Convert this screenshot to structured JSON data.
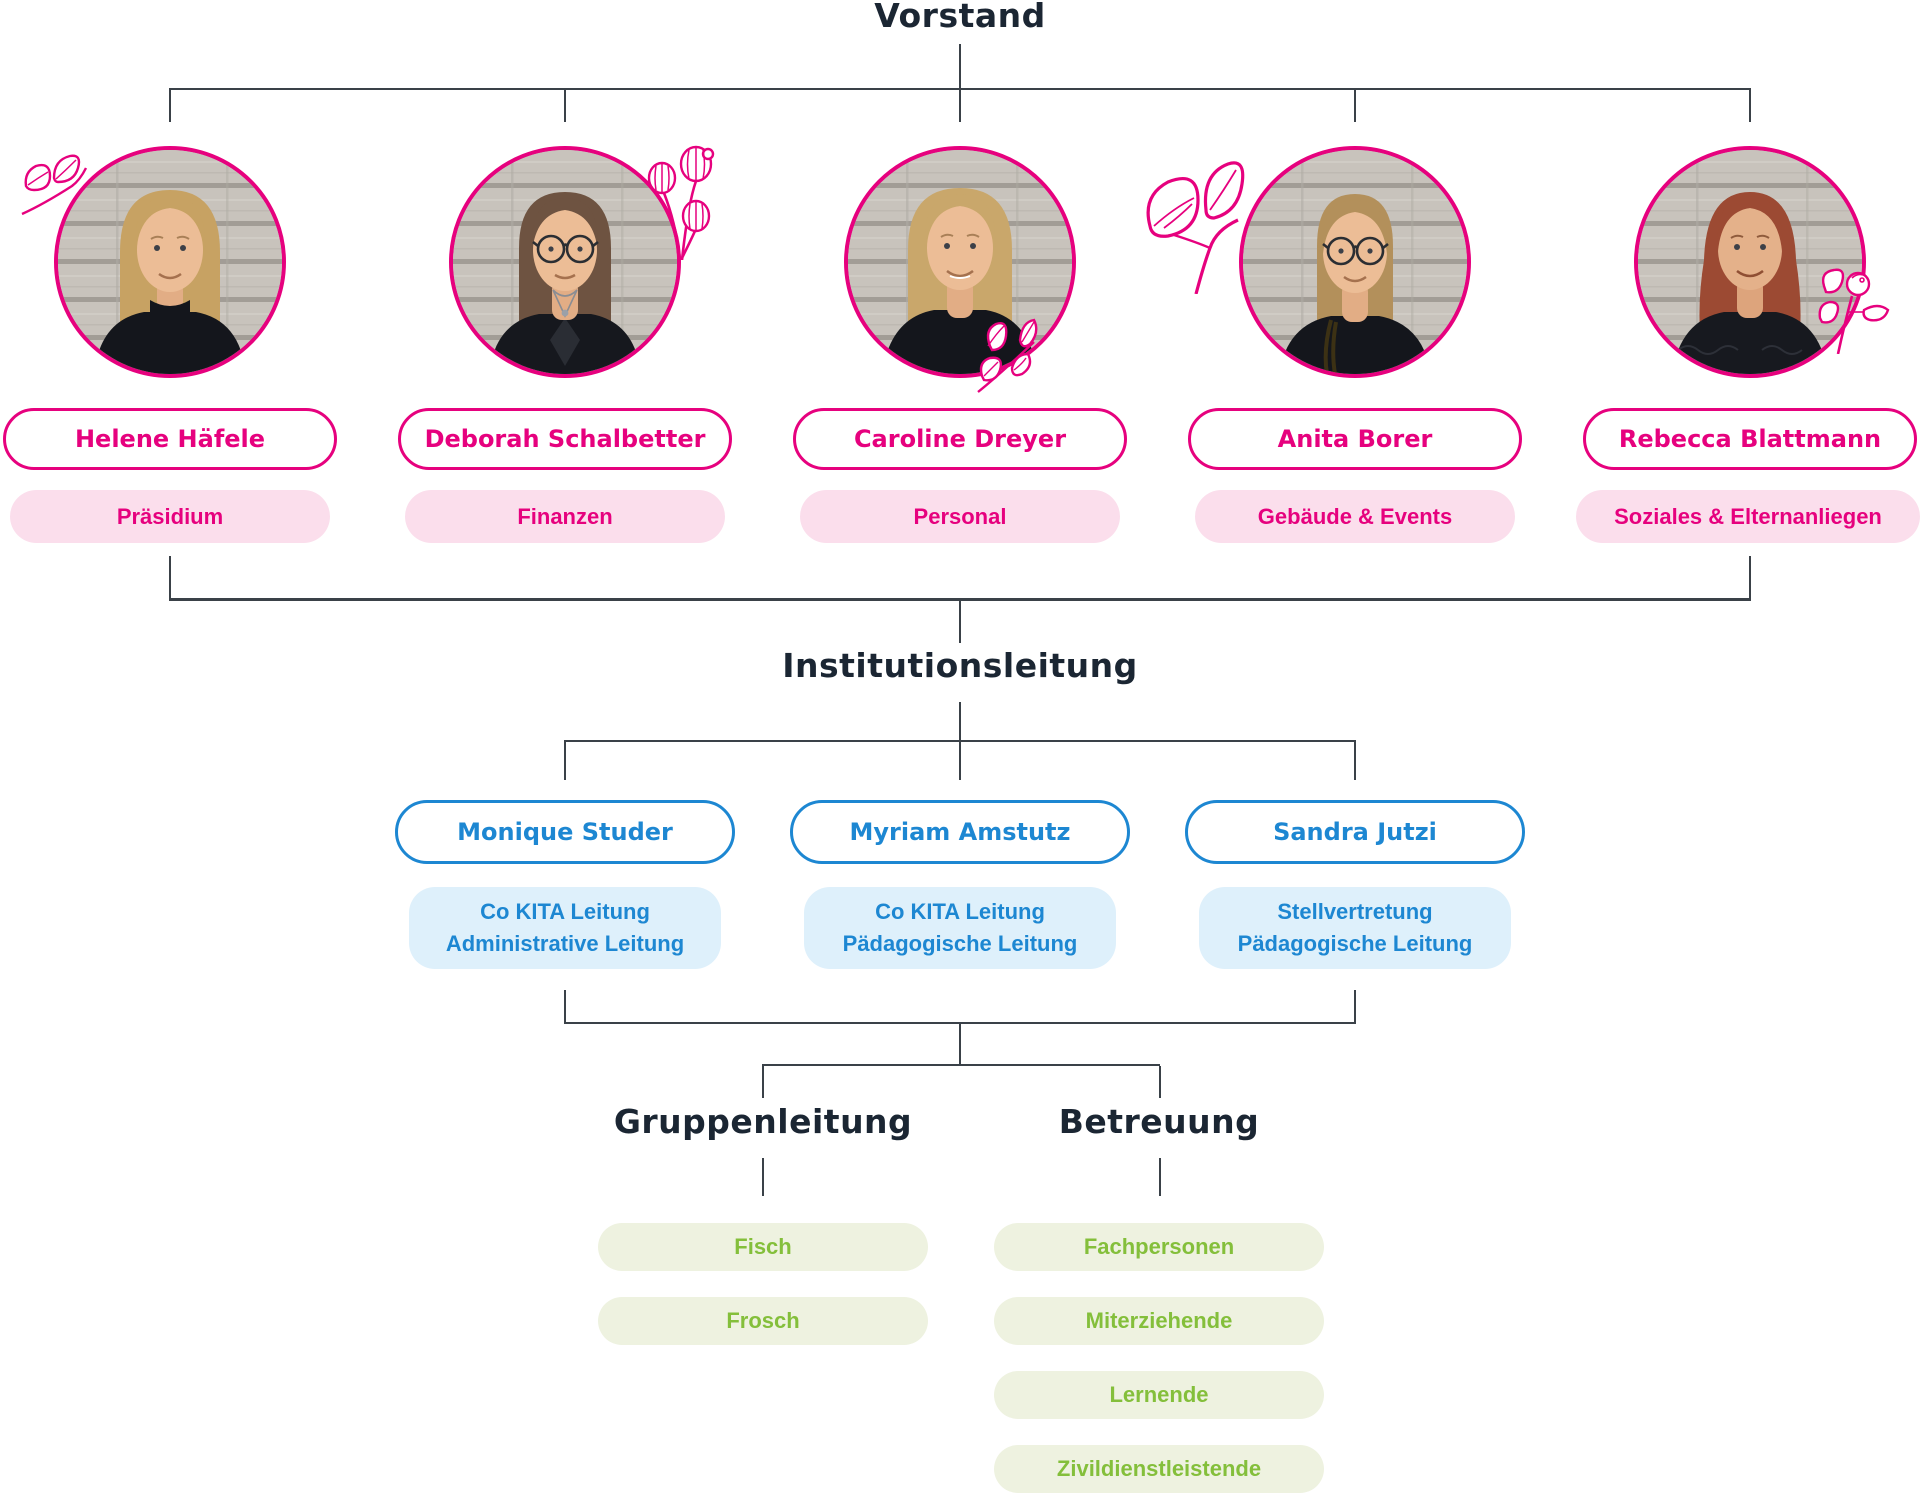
{
  "palette": {
    "pink": "#e6017e",
    "pink_light": "#fbdeec",
    "blue": "#1d87d2",
    "blue_light": "#def0fb",
    "green": "#84bf3b",
    "green_light": "#eef2e0",
    "heading_text": "#1b2633",
    "connector_line": "#3a4148"
  },
  "headings": {
    "vorstand": "Vorstand",
    "institutionsleitung": "Institutionsleitung",
    "gruppenleitung": "Gruppenleitung",
    "betreuung": "Betreuung"
  },
  "vorstand": {
    "members": [
      {
        "name": "Helene Häfele",
        "role": "Präsidium"
      },
      {
        "name": "Deborah Schalbetter",
        "role": "Finanzen"
      },
      {
        "name": "Caroline Dreyer",
        "role": "Personal"
      },
      {
        "name": "Anita Borer",
        "role": "Gebäude & Events"
      },
      {
        "name": "Rebecca Blattmann",
        "role": "Soziales & Elternanliegen"
      }
    ]
  },
  "institutionsleitung": {
    "members": [
      {
        "name": "Monique Studer",
        "role_lines": [
          "Co KITA Leitung",
          "Administrative Leitung"
        ]
      },
      {
        "name": "Myriam Amstutz",
        "role_lines": [
          "Co KITA Leitung",
          "Pädagogische Leitung"
        ]
      },
      {
        "name": "Sandra Jutzi",
        "role_lines": [
          "Stellvertretung",
          "Pädagogische Leitung"
        ]
      }
    ]
  },
  "gruppenleitung": {
    "items": [
      "Fisch",
      "Frosch"
    ]
  },
  "betreuung": {
    "items": [
      "Fachpersonen",
      "Miterziehende",
      "Lernende",
      "Zivildienstleistende"
    ]
  },
  "decorations": [
    "leaf-sprig-icon",
    "flower-pods-icon",
    "leaf-fan-icon",
    "big-leaves-icon",
    "berry-sprig-icon"
  ]
}
